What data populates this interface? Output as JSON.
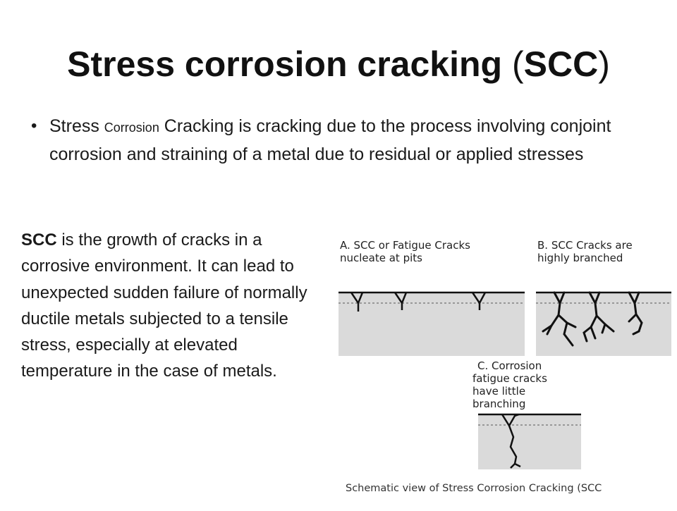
{
  "slide": {
    "title_bold": "Stress corrosion cracking",
    "title_paren_open": "(",
    "title_bold2": "SCC",
    "title_paren_close": ")",
    "bullet": {
      "part1": "Stress ",
      "part2": "Corrosion",
      "part3": " Cracking is cracking due to the process involving conjoint corrosion and straining of a metal due to residual or applied stresses"
    },
    "paragraph": {
      "bold": "SCC",
      "text": " is the growth of cracks in a corrosive environment. It can lead to unexpected sudden failure of normally ductile metals subjected to a tensile stress, especially at elevated temperature in the case of metals."
    },
    "figure": {
      "label_a_line1": "A. SCC or Fatigue Cracks",
      "label_a_line2": "nucleate at pits",
      "label_b_line1": "B. SCC Cracks are",
      "label_b_line2": "highly branched",
      "label_c_line1": "C. Corrosion",
      "label_c_line2": "fatigue cracks",
      "label_c_line3": "have little",
      "label_c_line4": "branching",
      "caption": "Schematic view of Stress Corrosion Cracking (SCC"
    }
  }
}
